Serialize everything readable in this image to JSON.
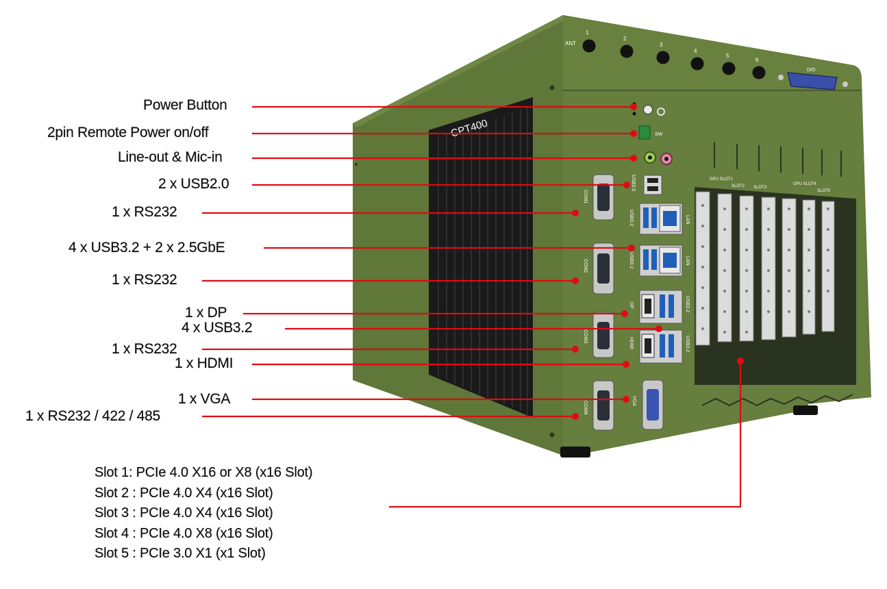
{
  "callouts": {
    "power_button": "Power Button",
    "remote_power": "2pin Remote Power on/off",
    "audio": "Line-out & Mic-in",
    "usb20": "2 x USB2.0",
    "rs232_1": "1 x RS232",
    "usb32_lan": "4 x USB3.2 + 2 x 2.5GbE",
    "rs232_2": "1 x RS232",
    "dp": "1 x DP",
    "usb32": "4 x USB3.2",
    "rs232_3": "1 x RS232",
    "hdmi": "1 x HDMI",
    "vga": "1 x VGA",
    "rs232_4": "1 x RS232 / 422 / 485"
  },
  "slots": [
    "Slot 1: PCIe 4.0 X16 or X8 (x16 Slot)",
    "Slot 2 : PCIe 4.0 X4 (x16 Slot)",
    "Slot 3 : PCIe 4.0 X4 (x16 Slot)",
    "Slot 4 : PCIe 4.0 X8 (x16 Slot)",
    "Slot 5 : PCIe 3.0 X1 (x1 Slot)"
  ],
  "device": {
    "model": "CPT400",
    "antenna_label": "ANT",
    "antenna_numbers": [
      "1",
      "2",
      "3",
      "4",
      "5",
      "6"
    ],
    "dio_label": "DIO",
    "sw_label": "SW",
    "com_labels": [
      "COM1",
      "COM2",
      "COM3",
      "COM4"
    ],
    "usb20_label": "USB2.0",
    "usb32_label": "USB3.2",
    "lan_label": "LAN",
    "dp_label": "DP",
    "hdmi_label": "HDMI",
    "vga_label": "VGA",
    "slot_labels": [
      "GPU SLOT1",
      "SLOT2",
      "SLOT3",
      "GPU SLOT4",
      "SLOT5"
    ]
  },
  "colors": {
    "chassis": "#637a3c",
    "chassis_dark": "#4a5c2c",
    "callout_line": "#e00b12",
    "heatsink": "#1a1a1a"
  }
}
